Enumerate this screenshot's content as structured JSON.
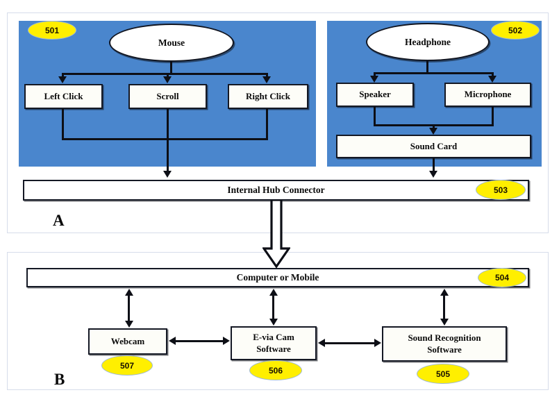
{
  "diagram": {
    "sections": [
      {
        "letter": "A"
      },
      {
        "letter": "B"
      }
    ],
    "groups": [
      {
        "id": "mouse-group",
        "badge": "501"
      },
      {
        "id": "headphone-group",
        "badge": "502"
      }
    ],
    "nodes": {
      "mouse": "Mouse",
      "left_click": "Left Click",
      "scroll": "Scroll",
      "right_click": "Right Click",
      "headphone": "Headphone",
      "speaker": "Speaker",
      "microphone": "Microphone",
      "sound_card": "Sound Card",
      "internal_hub_connector": "Internal Hub Connector",
      "computer_or_mobile": "Computer or Mobile",
      "webcam": "Webcam",
      "evia_cam_software_line1": "E-via Cam",
      "evia_cam_software_line2": "Software",
      "sound_recognition_line1": "Sound Recognition",
      "sound_recognition_line2": "Software"
    },
    "badges": {
      "mouse_group": "501",
      "headphone_group": "502",
      "internal_hub_connector": "503",
      "computer_or_mobile": "504",
      "sound_recognition_software": "505",
      "evia_cam_software": "506",
      "webcam": "507"
    },
    "colors": {
      "group_panel_blue": "#4a86cd",
      "badge_yellow": "#ffef00",
      "badge_outline": "#9fbad4",
      "line_black": "#0d0f16",
      "frame_border": "#d6dcea",
      "node_fill": "#fdfdf8"
    }
  }
}
